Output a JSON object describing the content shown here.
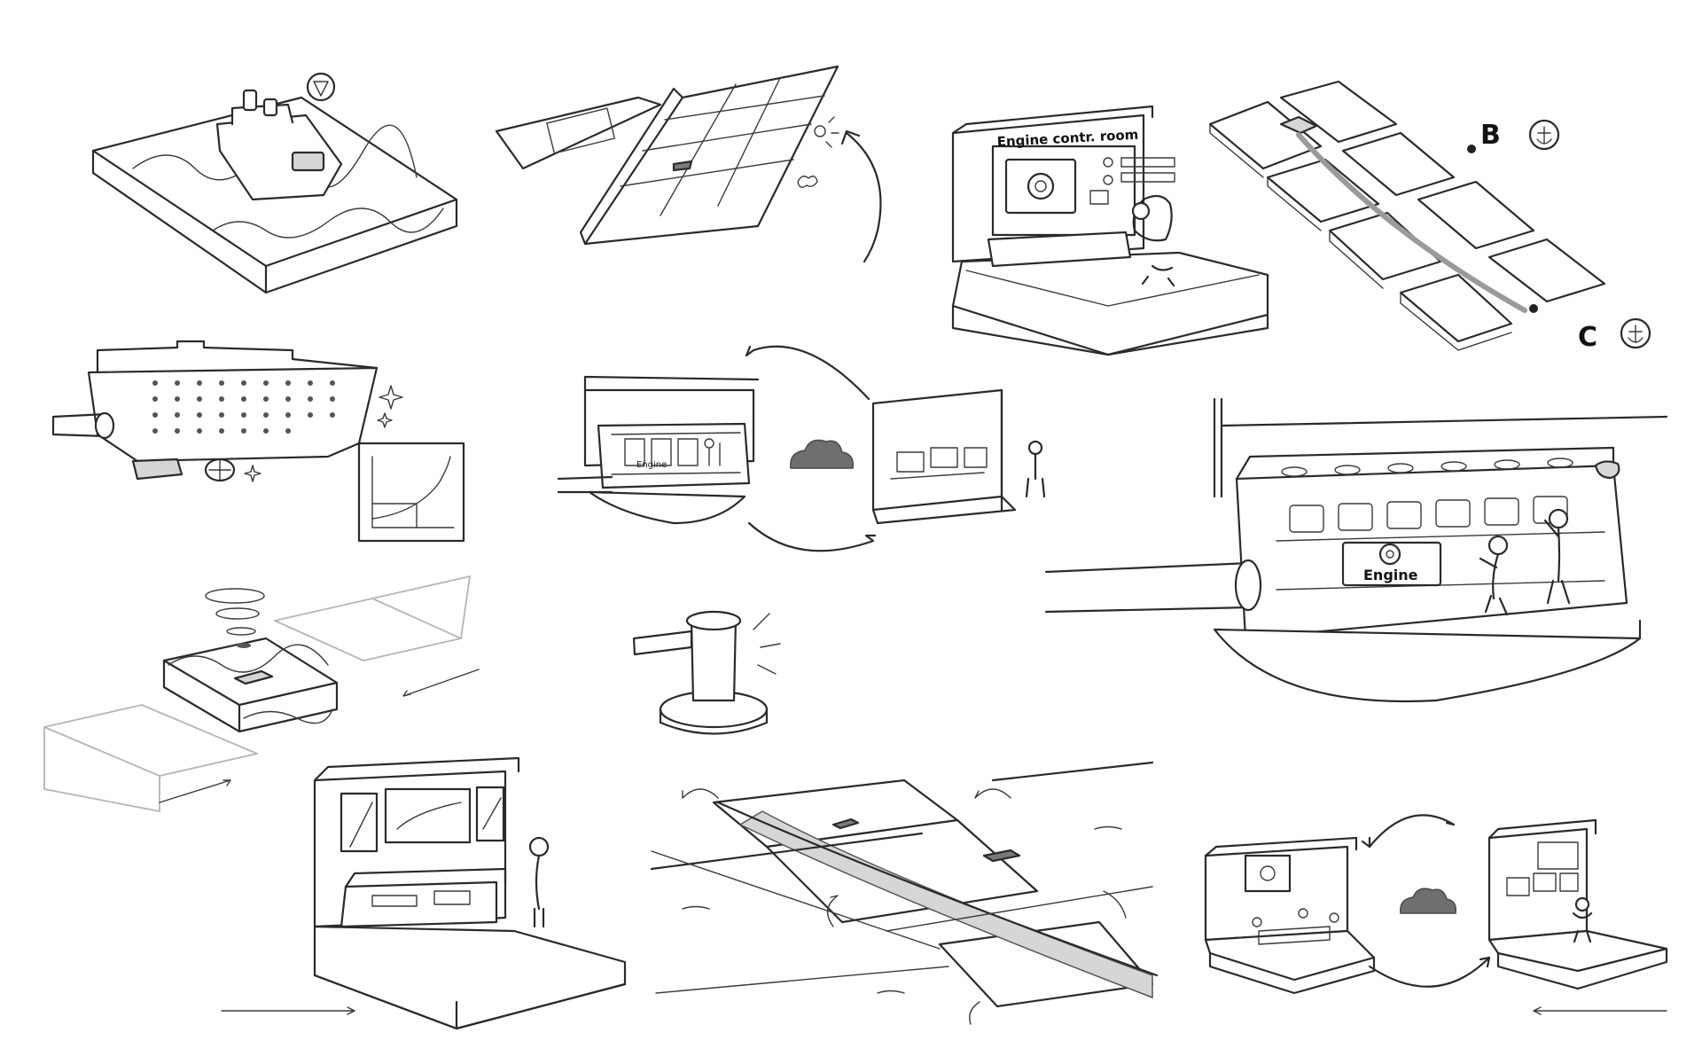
{
  "labels": {
    "engine_control_room": "Engine contr. room",
    "engine_large": "Engine",
    "engine_small": "Engine",
    "point_b": "B",
    "point_c": "C"
  },
  "icons": [
    "anchor-icon",
    "cloud-icon",
    "gear-icon",
    "compass-badge-icon",
    "sparkle-icon",
    "arrow-icon"
  ],
  "colors": {
    "ink": "#2a2a2a",
    "paper": "#ffffff",
    "shade": "#d6d6d6",
    "cloud": "#6f6f6f"
  }
}
